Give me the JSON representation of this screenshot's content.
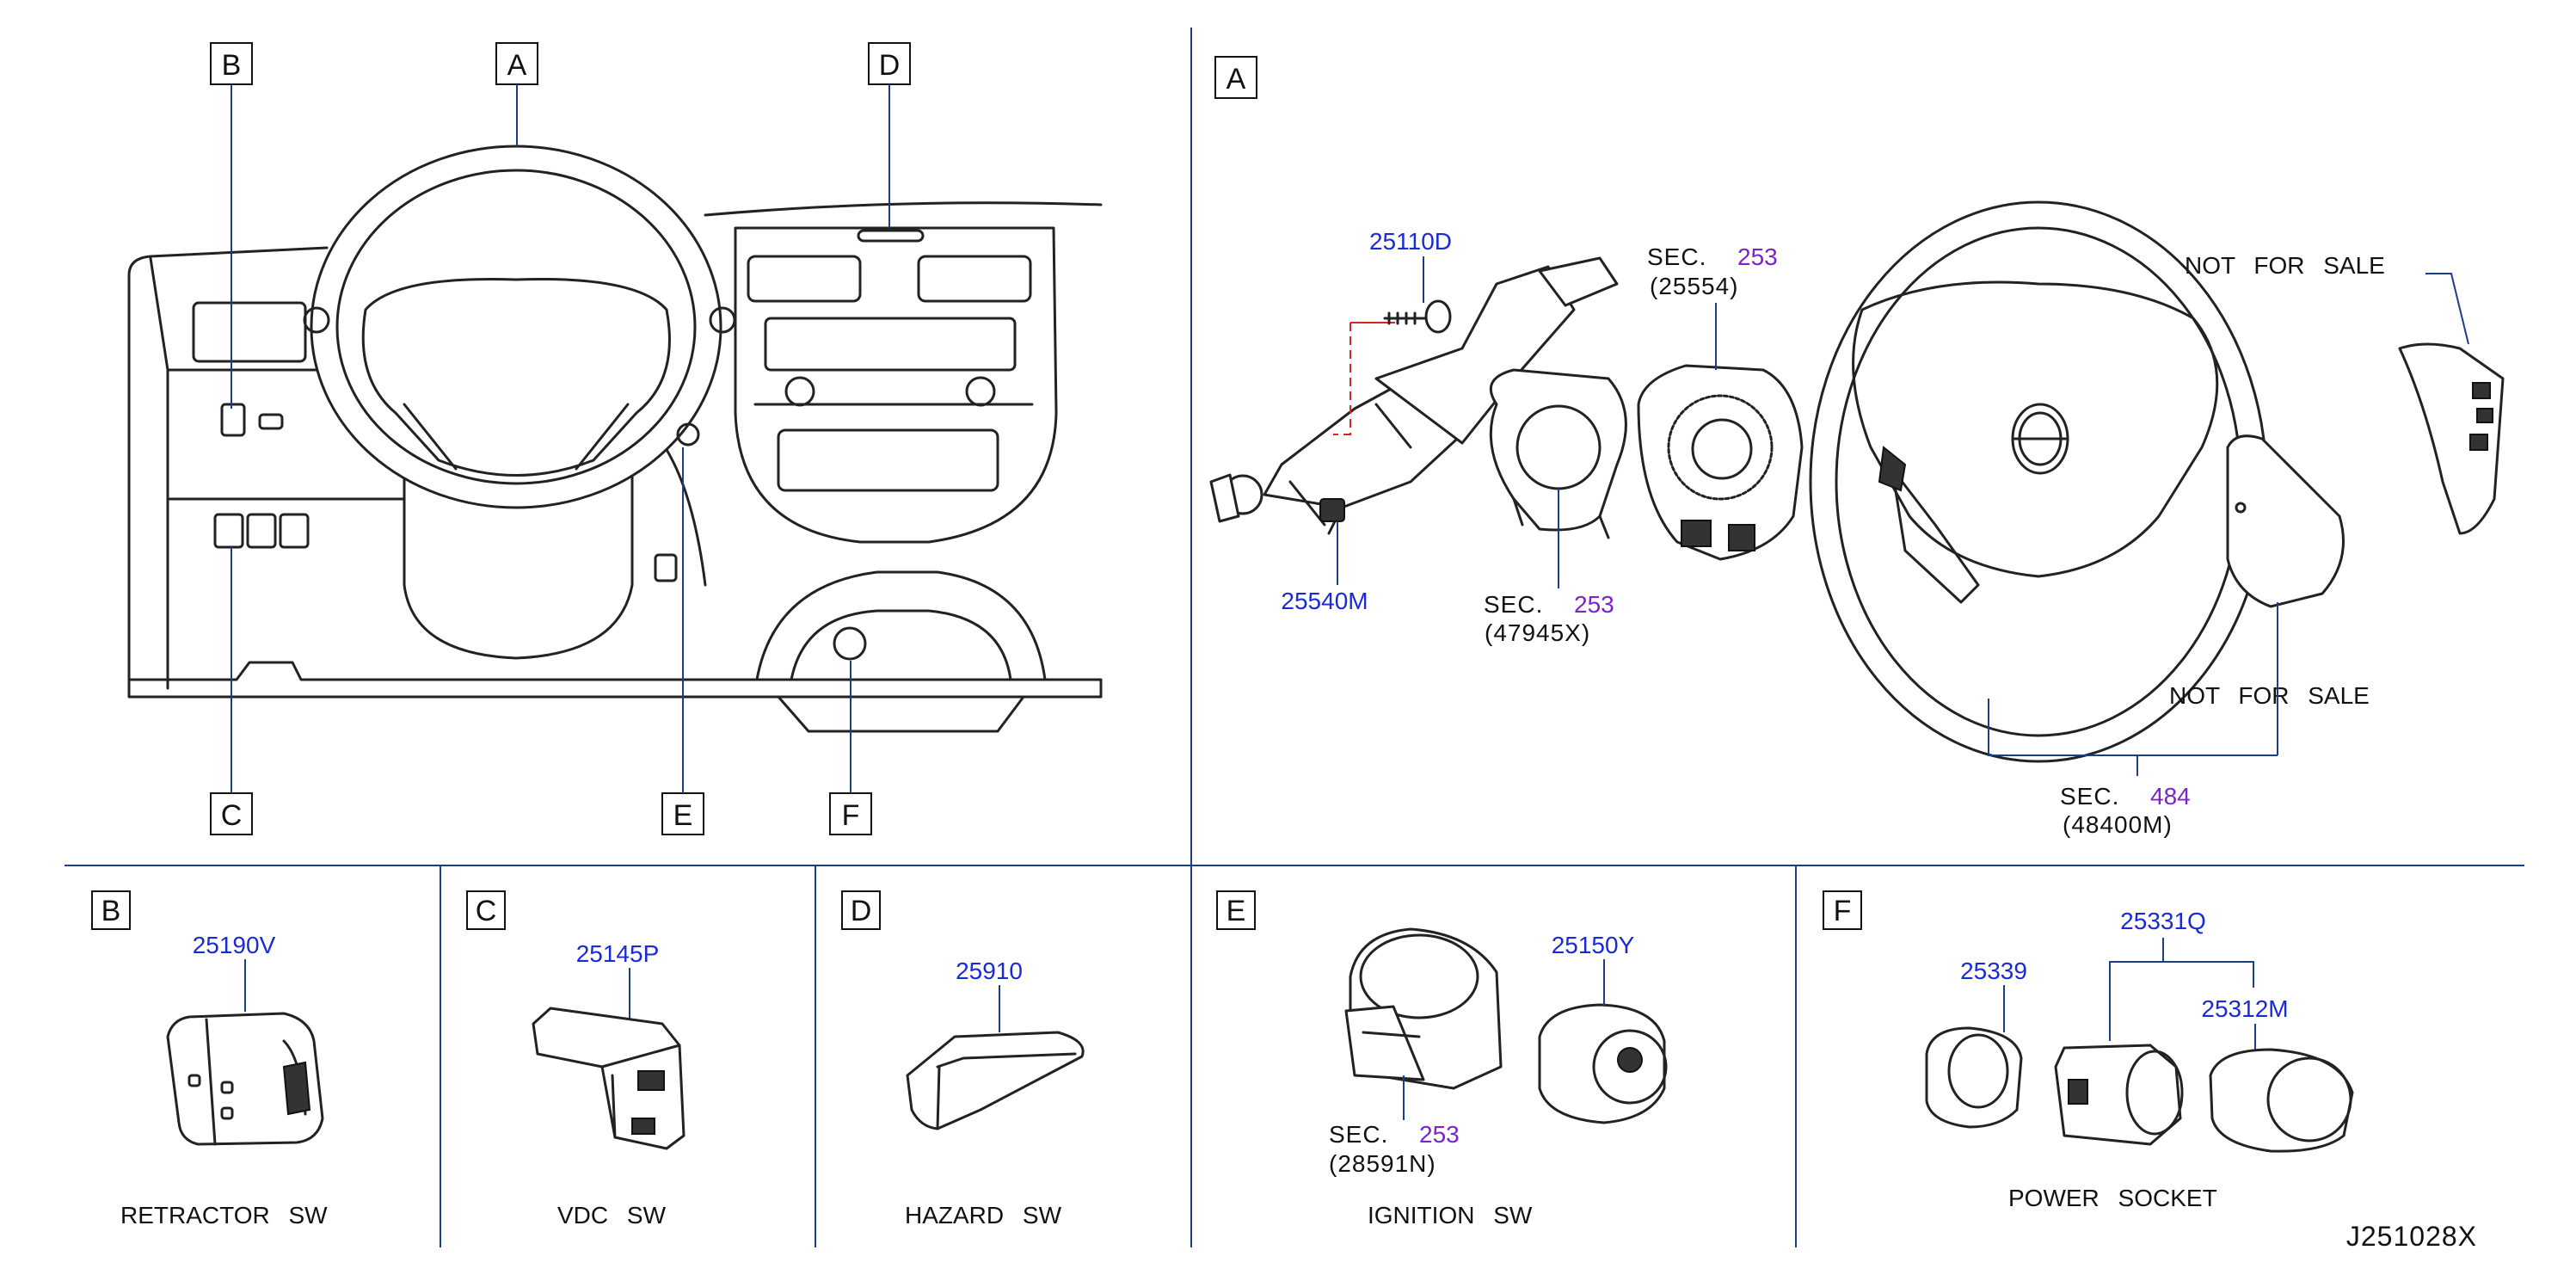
{
  "callouts": {
    "a": "A",
    "b": "B",
    "c": "C",
    "d": "D",
    "e": "E",
    "f": "F"
  },
  "parts": {
    "p25110d": "25110D",
    "p25540m": "25540M",
    "p25190v": "25190V",
    "p25145p": "25145P",
    "p25910": "25910",
    "p25150y": "25150Y",
    "p25339": "25339",
    "p25331q": "25331Q",
    "p25312m": "25312M"
  },
  "sections": {
    "sec_label": "SEC.",
    "s253": "253",
    "s484": "484",
    "ref_25554": "(25554)",
    "ref_47945x": "(47945X)",
    "ref_48400m": "(48400M)",
    "ref_28591n": "(28591N)"
  },
  "notes": {
    "not_for_sale": "NOT FOR SALE"
  },
  "captions": {
    "retractor": "RETRACTOR SW",
    "vdc": "VDC SW",
    "hazard": "HAZARD SW",
    "ignition": "IGNITION SW",
    "power_socket": "POWER SOCKET"
  },
  "drawing_id": "J251028X",
  "colors": {
    "part_number": "#1a2bd6",
    "section_ref": "#7a24c9",
    "leader": "#1b3e8a"
  }
}
